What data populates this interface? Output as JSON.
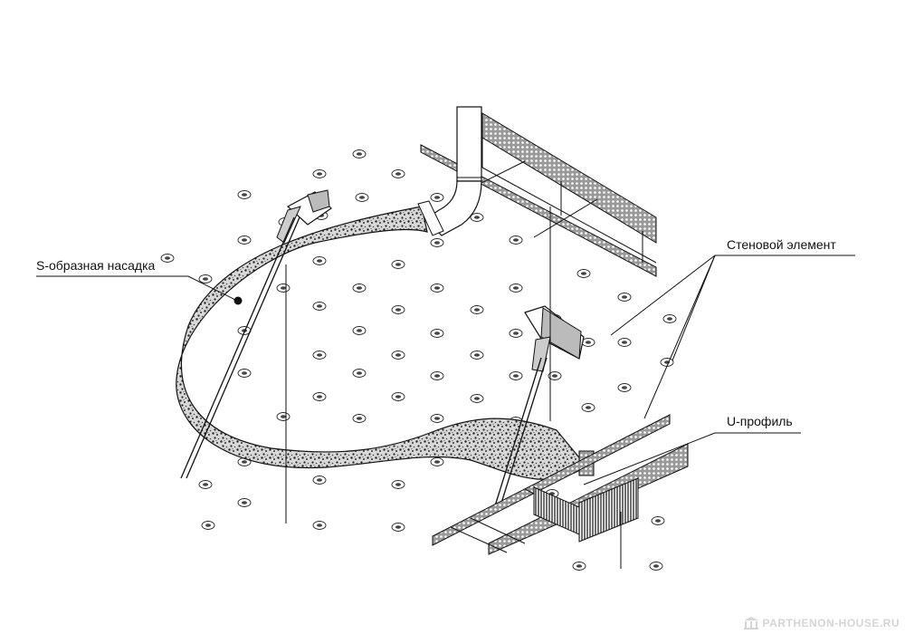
{
  "labels": {
    "s_nozzle": "S-образная насадка",
    "wall_element": "Стеновой элемент",
    "u_profile": "U-профиль"
  },
  "watermark": {
    "text": "PARTHENON-HOUSE.RU",
    "icon": "temple-icon"
  },
  "colors": {
    "line": "#111111",
    "background": "#ffffff",
    "watermark": "#888888"
  }
}
